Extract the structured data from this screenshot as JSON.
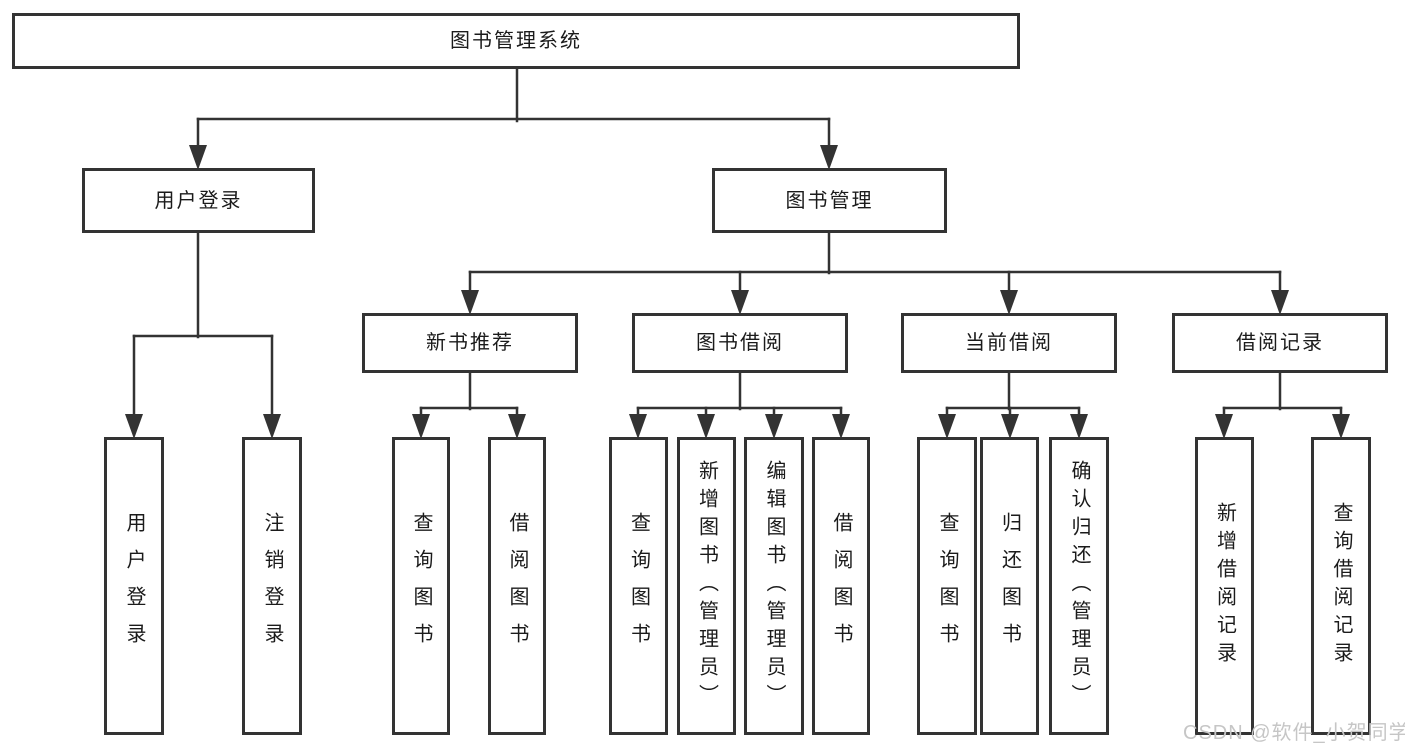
{
  "diagram_title": "图书管理系统",
  "tree": {
    "label": "图书管理系统",
    "children": [
      {
        "label": "用户登录",
        "children": [
          {
            "label": "用户登录"
          },
          {
            "label": "注销登录"
          }
        ]
      },
      {
        "label": "图书管理",
        "children": [
          {
            "label": "新书推荐",
            "children": [
              {
                "label": "查询图书"
              },
              {
                "label": "借阅图书"
              }
            ]
          },
          {
            "label": "图书借阅",
            "children": [
              {
                "label": "查询图书"
              },
              {
                "label": "新增图书（管理员）"
              },
              {
                "label": "编辑图书（管理员）"
              },
              {
                "label": "借阅图书"
              }
            ]
          },
          {
            "label": "当前借阅",
            "children": [
              {
                "label": "查询图书"
              },
              {
                "label": "归还图书"
              },
              {
                "label": "确认归还（管理员）"
              }
            ]
          },
          {
            "label": "借阅记录",
            "children": [
              {
                "label": "新增借阅记录"
              },
              {
                "label": "查询借阅记录"
              }
            ]
          }
        ]
      }
    ]
  },
  "watermark": "CSDN @软件_小贺同学",
  "colors": {
    "background": "#ffffff",
    "line": "#333333",
    "box_border": "#333333",
    "box_fill": "#ffffff",
    "text": "#1b1b1b",
    "watermark": "#c6c6c6"
  }
}
